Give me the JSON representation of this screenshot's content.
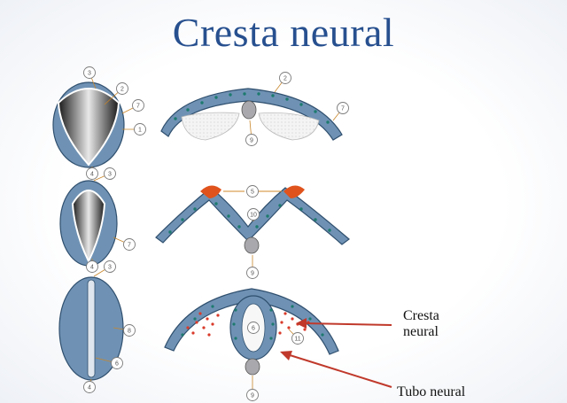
{
  "title": "Cresta neural",
  "labels": {
    "cresta_line1": "Cresta",
    "cresta_line2": "neural",
    "tubo": "Tubo neural"
  },
  "markers": [
    "1",
    "2",
    "3",
    "4",
    "5",
    "6",
    "7",
    "8",
    "9",
    "10",
    "11"
  ],
  "colors": {
    "title": "#27508f",
    "tissue_fill": "#6f92b4",
    "tissue_stroke": "#2f4f6e",
    "nucleus": "#1d7a6e",
    "crest": "#e0531c",
    "arrow": "#c0392b",
    "notochord": "#a9a9ad"
  }
}
